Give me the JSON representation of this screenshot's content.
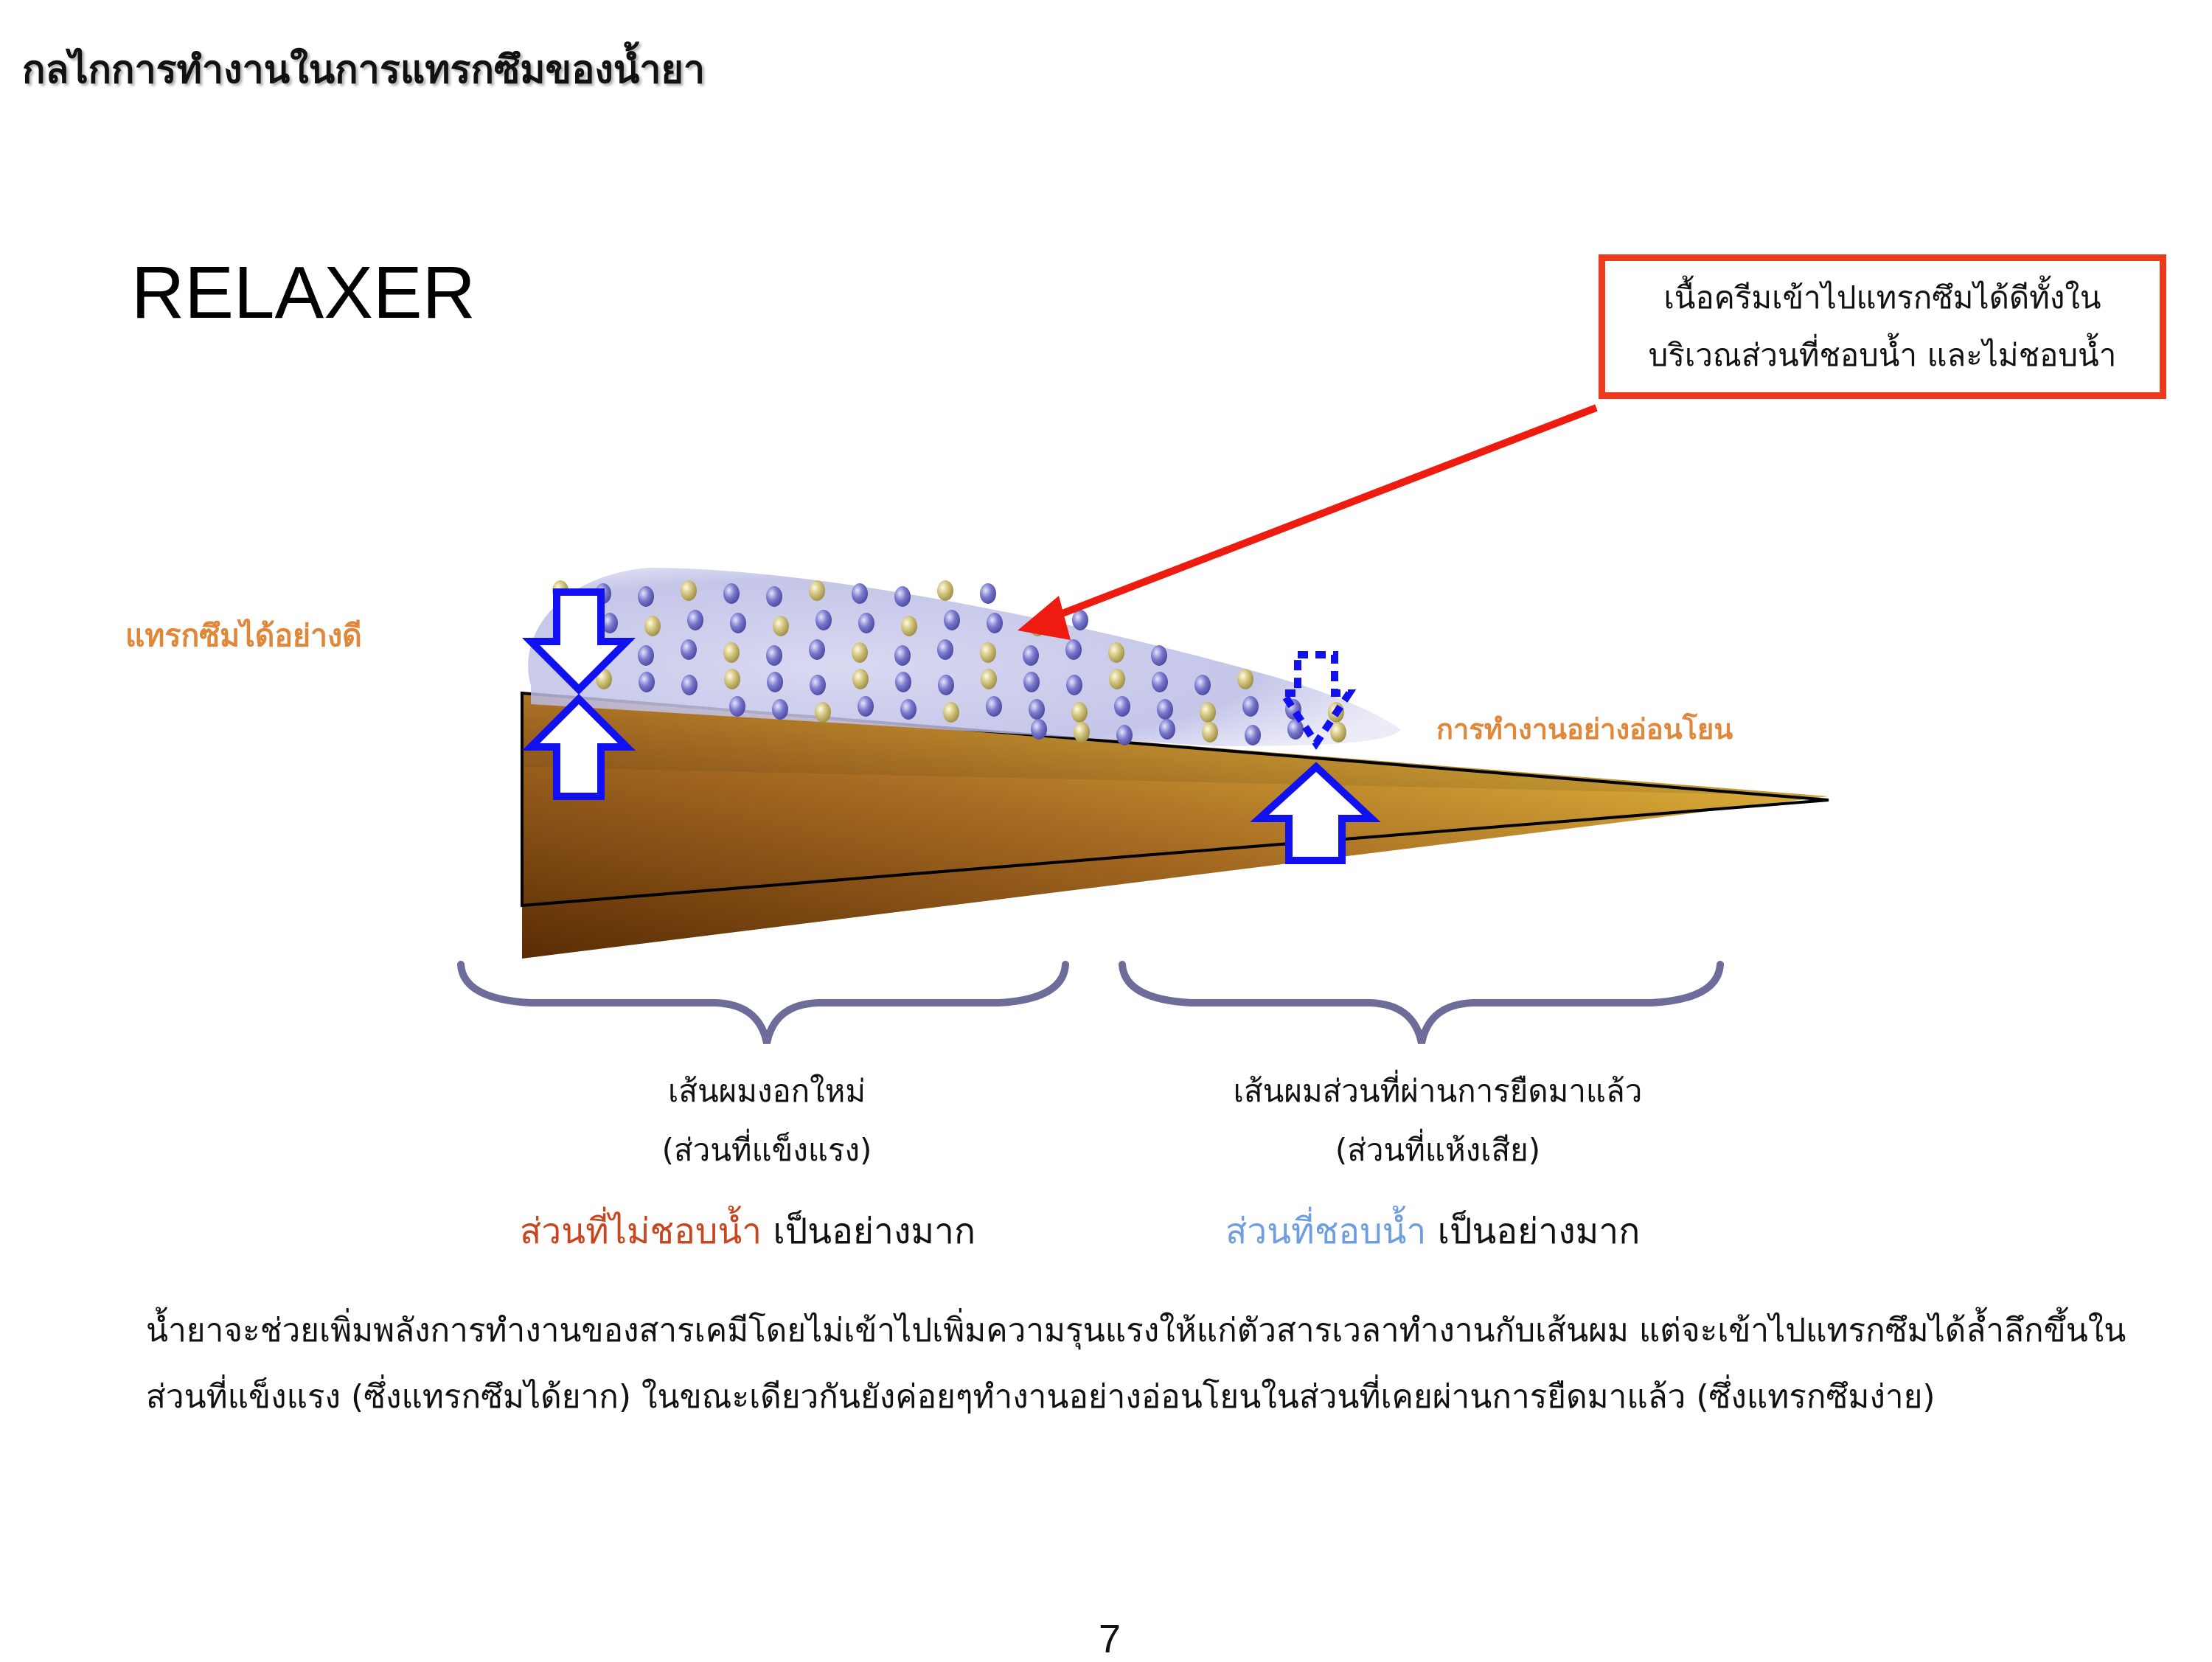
{
  "title": "กลไกการทำงานในการแทรกซึมของน้ำยา",
  "heading": "RELAXER",
  "callout": {
    "line1": "เนื้อครีมเข้าไปแทรกซึมได้ดีทั้งใน",
    "line2": "บริเวณส่วนที่ชอบน้ำ และไม่ชอบน้ำ"
  },
  "labels": {
    "penetrates_well": "แทรกซึมได้อย่างดี",
    "gentle_action": "การทำงานอย่างอ่อนโยน"
  },
  "left_section": {
    "line1": "เส้นผมงอกใหม่",
    "line2": "(ส่วนที่แข็งแรง)",
    "emph_colored": "ส่วนที่ไม่ชอบน้ำ",
    "emph_rest": " เป็นอย่างมาก"
  },
  "right_section": {
    "line1": "เส้นผมส่วนที่ผ่านการยืดมาแล้ว",
    "line2": "(ส่วนที่แห้งเสีย)",
    "emph_colored": "ส่วนที่ชอบน้ำ",
    "emph_rest": " เป็นอย่างมาก"
  },
  "paragraph": "น้ำยาจะช่วยเพิ่มพลังการทำงานของสารเคมีโดยไม่เข้าไปเพิ่มความรุนแรงให้แก่ตัวสารเวลาทำงานกับเส้นผม แต่จะเข้าไปแทรกซึมได้ล้ำลึกขึ้นในส่วนที่แข็งแรง (ซึ่งแทรกซึมได้ยาก) ในขณะเดียวกันยังค่อยๆทำงานอย่างอ่อนโยนในส่วนที่เคยผ่านการยืดมาแล้ว (ซึ่งแทรกซึมง่าย)",
  "page_number": "7",
  "colors": {
    "callout_border": "#ee3a1c",
    "arrow_red": "#ee1c10",
    "arrow_blue": "#1010f0",
    "orange_label": "#e0873a",
    "hydrophobic_text": "#c8461e",
    "hydrophilic_text": "#6f9ee0",
    "brace": "#6e6c9a"
  }
}
